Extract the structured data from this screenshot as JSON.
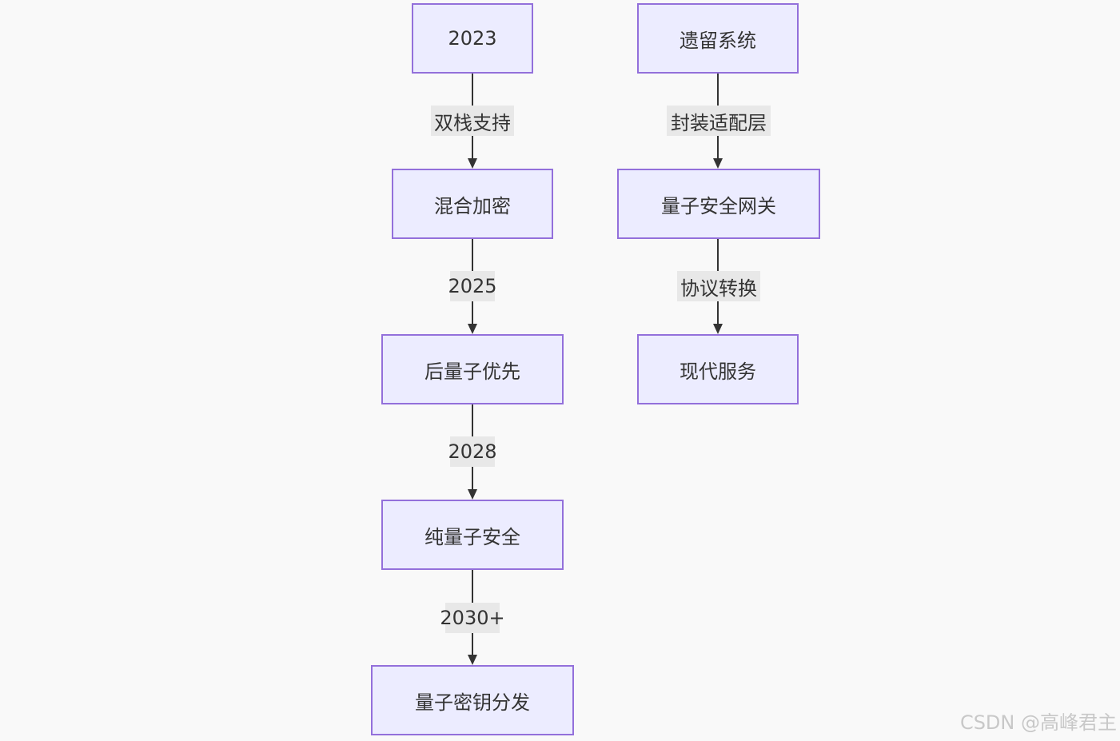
{
  "diagram": {
    "left_column": {
      "nodes": [
        "2023",
        "混合加密",
        "后量子优先",
        "纯量子安全",
        "量子密钥分发"
      ],
      "edge_labels": [
        "双栈支持",
        "2025",
        "2028",
        "2030+"
      ]
    },
    "right_column": {
      "nodes": [
        "遗留系统",
        "量子安全网关",
        "现代服务"
      ],
      "edge_labels": [
        "封装适配层",
        "协议转换"
      ]
    },
    "colors": {
      "background": "#f9f9f9",
      "node_fill": "#ececff",
      "node_border": "#9370db",
      "edge": "#333333",
      "label_bg": "#e8e8e8",
      "text": "#333333"
    }
  },
  "watermark": "CSDN @高峰君主"
}
